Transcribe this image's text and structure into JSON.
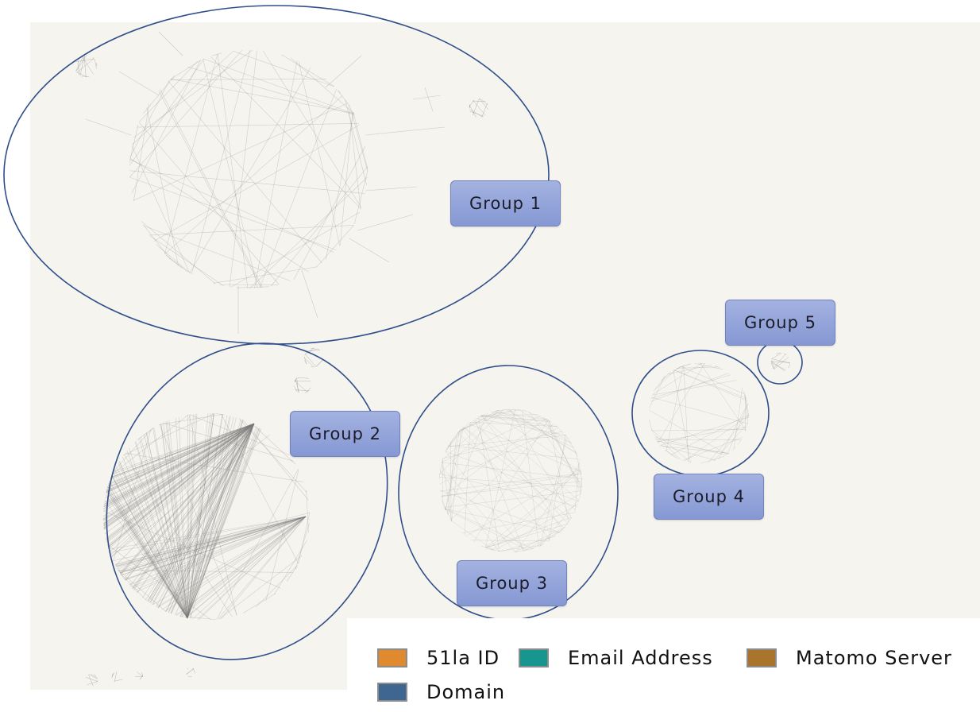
{
  "groups": [
    {
      "label": "Group 1"
    },
    {
      "label": "Group 2"
    },
    {
      "label": "Group 3"
    },
    {
      "label": "Group 4"
    },
    {
      "label": "Group 5"
    }
  ],
  "legend": {
    "items": [
      {
        "label": "51la ID",
        "color": "#e08a30"
      },
      {
        "label": "Email Address",
        "color": "#17958f"
      },
      {
        "label": "Matomo Server",
        "color": "#a9742c"
      },
      {
        "label": "Domain",
        "color": "#3e6691"
      }
    ]
  },
  "colors": {
    "outline": "#2f4f8a",
    "edge": "#7a7a7a",
    "label_fill": "#8e9fd8"
  }
}
